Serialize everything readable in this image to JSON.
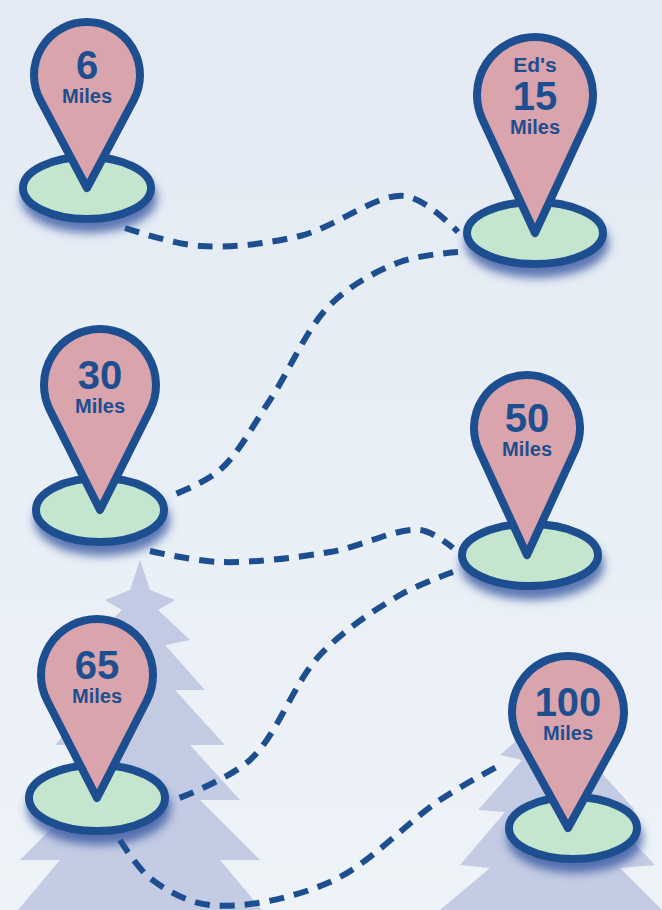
{
  "diagram": {
    "nodes": [
      {
        "text": [
          "6",
          "Miles"
        ]
      },
      {
        "text": [
          "Ed's",
          "15",
          "Miles"
        ]
      },
      {
        "text": [
          "30",
          "Miles"
        ]
      },
      {
        "text": [
          "50",
          "Miles"
        ]
      },
      {
        "text": [
          "65",
          "Miles"
        ]
      },
      {
        "text": [
          "100",
          "Miles"
        ]
      }
    ],
    "edges": [
      {
        "from": 0,
        "to": 1,
        "arrow": "none"
      },
      {
        "from": 1,
        "to": 2,
        "arrow": "none"
      },
      {
        "from": 2,
        "to": 3,
        "arrow": "none"
      },
      {
        "from": 3,
        "to": 4,
        "arrow": "none"
      },
      {
        "from": 4,
        "to": 5,
        "arrow": "none"
      }
    ]
  }
}
